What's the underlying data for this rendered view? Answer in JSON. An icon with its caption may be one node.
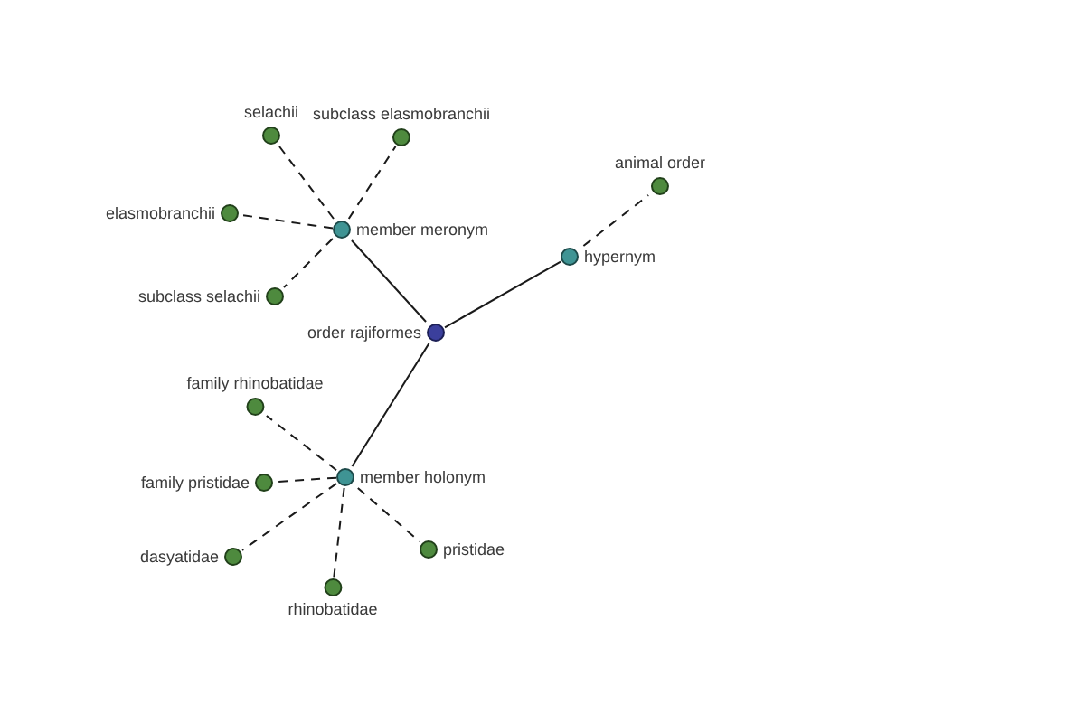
{
  "diagram": {
    "nodes": [
      {
        "text": [
          "selachii"
        ]
      },
      {
        "text": [
          "subclass elasmobranchii"
        ]
      },
      {
        "text": [
          "animal order"
        ]
      },
      {
        "text": [
          "elasmobranchii"
        ]
      },
      {
        "text": [
          "member meronym"
        ]
      },
      {
        "text": [
          "hypernym"
        ]
      },
      {
        "text": [
          "subclass selachii"
        ]
      },
      {
        "text": [
          "order rajiformes"
        ]
      },
      {
        "text": [
          "family rhinobatidae"
        ]
      },
      {
        "text": [
          "member holonym"
        ]
      },
      {
        "text": [
          "family pristidae"
        ]
      },
      {
        "text": [
          "pristidae"
        ]
      },
      {
        "text": [
          "dasyatidae"
        ]
      },
      {
        "text": [
          "rhinobatidae"
        ]
      }
    ],
    "edges": [
      {
        "from": 7,
        "to": 4,
        "arrow": "none"
      },
      {
        "from": 7,
        "to": 5,
        "arrow": "none"
      },
      {
        "from": 7,
        "to": 9,
        "arrow": "none"
      },
      {
        "from": 4,
        "to": 0,
        "arrow": "none",
        "style": "dashed"
      },
      {
        "from": 4,
        "to": 1,
        "arrow": "none",
        "style": "dashed"
      },
      {
        "from": 4,
        "to": 3,
        "arrow": "none",
        "style": "dashed"
      },
      {
        "from": 4,
        "to": 6,
        "arrow": "none",
        "style": "dashed"
      },
      {
        "from": 5,
        "to": 2,
        "arrow": "none",
        "style": "dashed"
      },
      {
        "from": 9,
        "to": 8,
        "arrow": "none",
        "style": "dashed"
      },
      {
        "from": 9,
        "to": 10,
        "arrow": "none",
        "style": "dashed"
      },
      {
        "from": 9,
        "to": 12,
        "arrow": "none",
        "style": "dashed"
      },
      {
        "from": 9,
        "to": 13,
        "arrow": "none",
        "style": "dashed"
      },
      {
        "from": 9,
        "to": 11,
        "arrow": "none",
        "style": "dashed"
      }
    ]
  }
}
